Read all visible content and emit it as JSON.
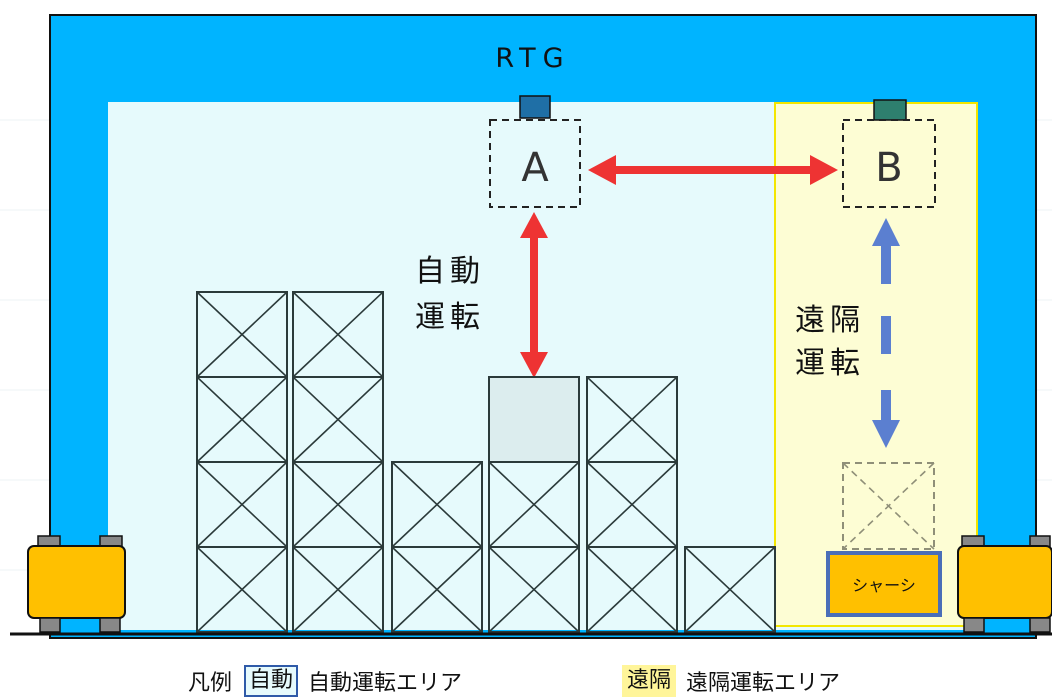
{
  "crane": {
    "label": "RTG"
  },
  "positions": {
    "a_label": "A",
    "b_label": "B"
  },
  "zones": {
    "auto_line1": "自動",
    "auto_line2": "運転",
    "remote_line1": "遠隔",
    "remote_line2": "運転"
  },
  "chassis": {
    "label": "シャーシ"
  },
  "legend": {
    "title": "凡例",
    "auto_box": "自動",
    "auto_text": "自動運転エリア",
    "remote_box": "遠隔",
    "remote_text": "遠隔運転エリア"
  },
  "colors": {
    "frame": "#00B4FF",
    "auto_area": "#E6FAFC",
    "remote_area": "#FDFDD4",
    "remote_border": "#F3E600",
    "arrow_auto": "#EE3333",
    "arrow_remote": "#5B7FD0",
    "wheel": "#FFC000",
    "chassis": "#FFC000",
    "legend_auto_border": "#2F5AA8",
    "legend_remote_fill": "#FFF59A"
  },
  "container_stacks": [
    {
      "column": 1,
      "tiers": 4
    },
    {
      "column": 2,
      "tiers": 4
    },
    {
      "column": 3,
      "tiers": 2
    },
    {
      "column": 4,
      "tiers": 3
    },
    {
      "column": 5,
      "tiers": 3
    },
    {
      "column": 6,
      "tiers": 1
    }
  ]
}
